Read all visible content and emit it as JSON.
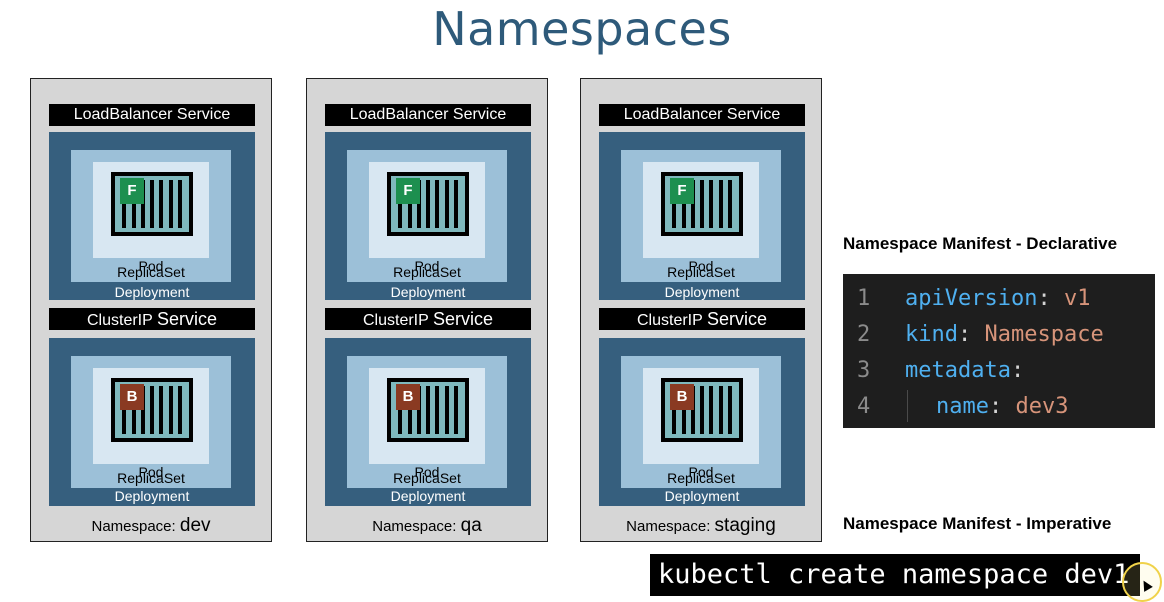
{
  "title": "Namespaces",
  "namespaces": [
    {
      "namespace_label": "Namespace:",
      "namespace_name": "dev",
      "lb_service": "LoadBalancer Service",
      "clusterip_prefix": "ClusterIP",
      "clusterip_suffix": "Service",
      "frontend": {
        "badge": "F",
        "pod": "Pod",
        "replicaset": "ReplicaSet",
        "deployment": "Deployment"
      },
      "backend": {
        "badge": "B",
        "pod": "Pod",
        "replicaset": "ReplicaSet",
        "deployment": "Deployment"
      }
    },
    {
      "namespace_label": "Namespace:",
      "namespace_name": "qa",
      "lb_service": "LoadBalancer Service",
      "clusterip_prefix": "ClusterIP",
      "clusterip_suffix": "Service",
      "frontend": {
        "badge": "F",
        "pod": "Pod",
        "replicaset": "ReplicaSet",
        "deployment": "Deployment"
      },
      "backend": {
        "badge": "B",
        "pod": "Pod",
        "replicaset": "ReplicaSet",
        "deployment": "Deployment"
      }
    },
    {
      "namespace_label": "Namespace:",
      "namespace_name": "staging",
      "lb_service": "LoadBalancer Service",
      "clusterip_prefix": "ClusterIP",
      "clusterip_suffix": "Service",
      "frontend": {
        "badge": "F",
        "pod": "Pod",
        "replicaset": "ReplicaSet",
        "deployment": "Deployment"
      },
      "backend": {
        "badge": "B",
        "pod": "Pod",
        "replicaset": "ReplicaSet",
        "deployment": "Deployment"
      }
    }
  ],
  "declarative": {
    "heading": "Namespace Manifest - Declarative",
    "lines": [
      {
        "num": "1",
        "key": "apiVersion",
        "sep": ": ",
        "value": "v1"
      },
      {
        "num": "2",
        "key": "kind",
        "sep": ": ",
        "value": "Namespace"
      },
      {
        "num": "3",
        "key": "metadata",
        "sep": ":",
        "value": ""
      },
      {
        "num": "4",
        "key": "name",
        "sep": ": ",
        "value": "dev3"
      }
    ]
  },
  "imperative": {
    "heading": "Namespace Manifest - Imperative",
    "command": "kubectl create namespace dev1"
  },
  "colors": {
    "title": "#2e5a7a",
    "deployment": "#365f7e",
    "replicaset": "#9cc0d8",
    "pod": "#d8e7f2",
    "container": "#7fb8bd",
    "frontend_badge": "#1d8f4f",
    "backend_badge": "#8a3a22",
    "yaml_key": "#4fb0f0",
    "yaml_value": "#d7947a"
  }
}
